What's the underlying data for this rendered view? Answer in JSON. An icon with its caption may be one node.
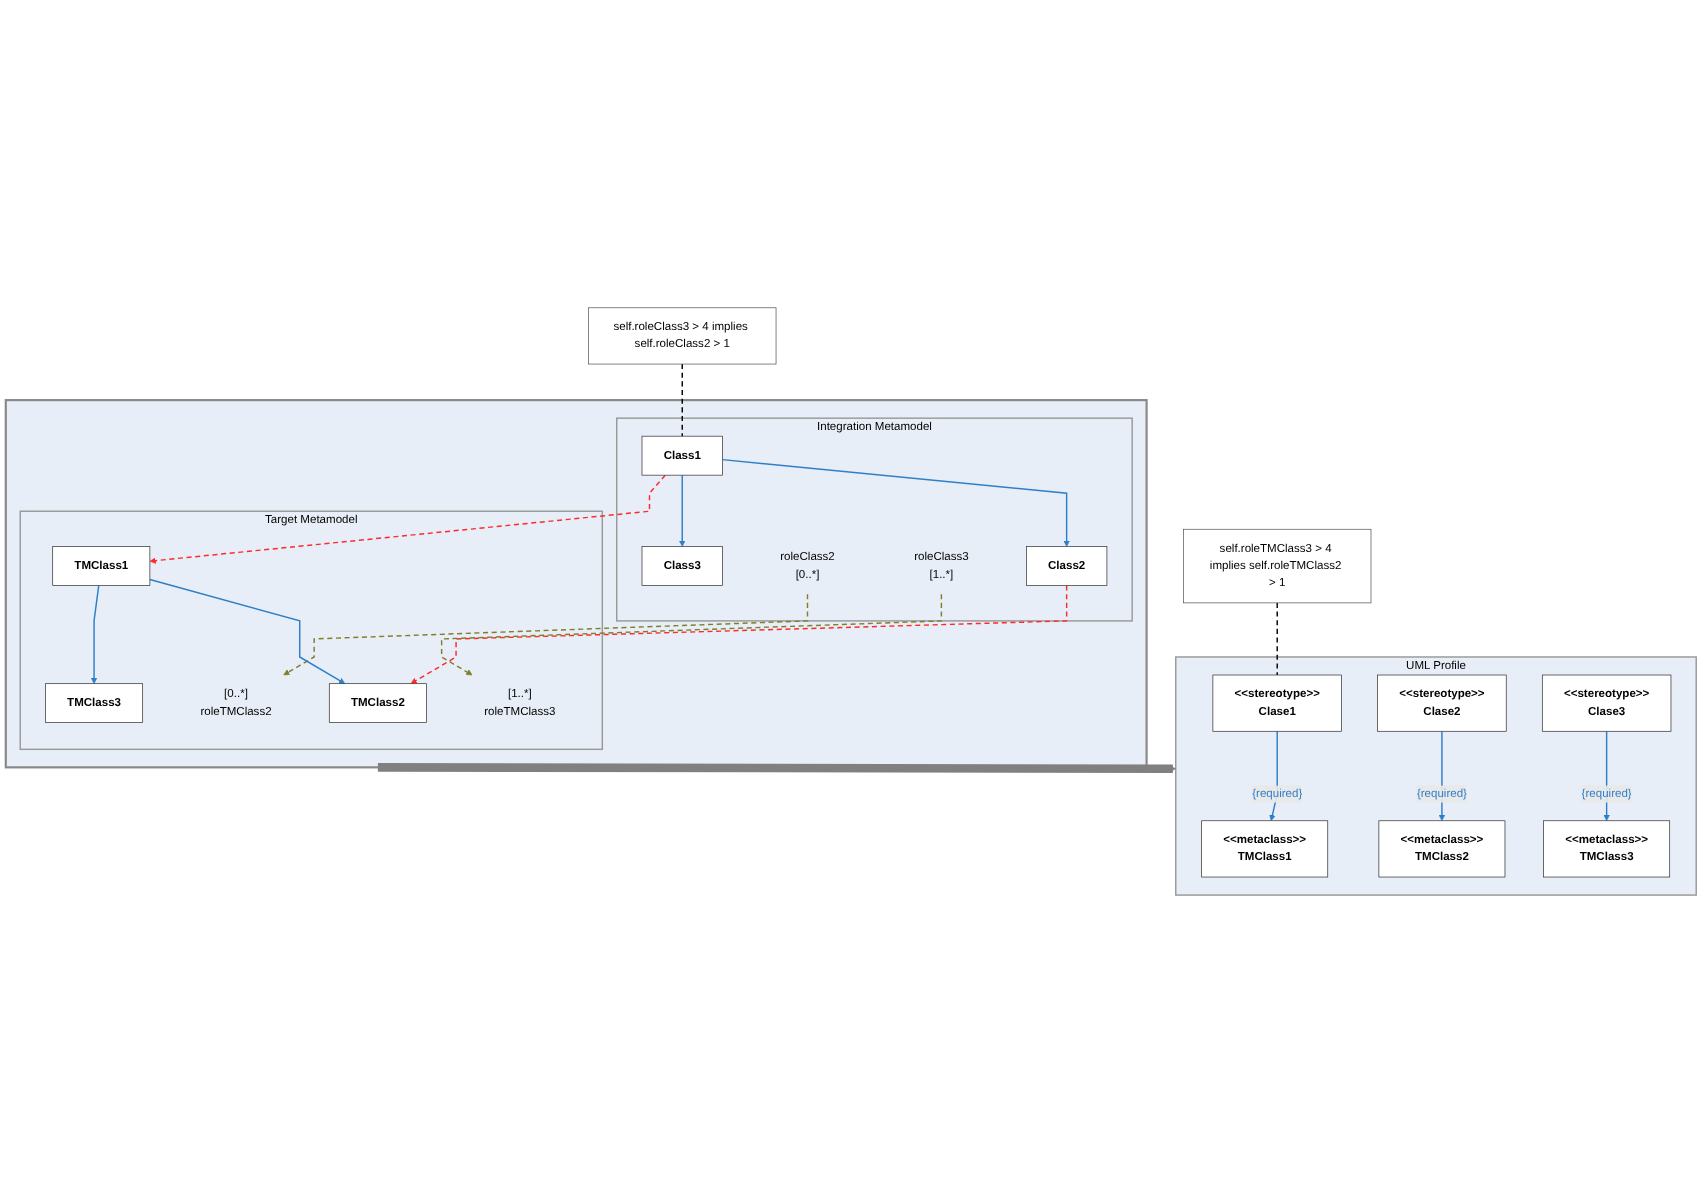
{
  "diagram": {
    "nodes": [
      {
        "text": [
          "self.roleClass3 > 4 implies self.roleClass2 > 1"
        ]
      },
      {
        "text": [],
        "shape": "box"
      },
      {
        "text": [
          "Integration Metamodel"
        ],
        "in": 1
      },
      {
        "text": [
          "Class2"
        ],
        "in": 2
      },
      {
        "text": [
          "roleClass2",
          "[0..*]"
        ],
        "in": 2
      },
      {
        "text": [
          "Class1"
        ],
        "in": 2
      },
      {
        "text": [
          "roleClass3",
          "[1..*]"
        ],
        "in": 2
      },
      {
        "text": [
          "Class3"
        ],
        "in": 2
      },
      {
        "text": [
          "Target Metamodel"
        ],
        "in": 1
      },
      {
        "text": [
          "TMClass2"
        ],
        "in": 8
      },
      {
        "text": [
          "[0..*]",
          "roleTMClass2"
        ],
        "in": 8
      },
      {
        "text": [
          "TMClass1"
        ],
        "in": 8
      },
      {
        "text": [
          "[1..*]",
          "roleTMClass3"
        ],
        "in": 8
      },
      {
        "text": [
          "TMClass3"
        ],
        "in": 8
      },
      {
        "text": [
          "UML Profile"
        ]
      },
      {
        "text": [
          "self.roleTMClass3 > 4 implies self.roleTMClass2 > 1"
        ]
      },
      {
        "text": [
          "<<metaclass>>",
          "TMClass1"
        ],
        "in": 14
      },
      {
        "text": [
          "<<metaclass>>",
          "TMClass2"
        ],
        "in": 14
      },
      {
        "text": [
          "<<metaclass>>",
          "TMClass3"
        ],
        "in": 14
      },
      {
        "text": [
          "<<stereotype>>",
          "Clase1"
        ],
        "in": 14
      },
      {
        "text": [
          "<<stereotype>>",
          "Clase2"
        ],
        "in": 14
      },
      {
        "text": [
          "<<stereotype>>",
          "Clase3"
        ],
        "in": 14
      }
    ],
    "edges": [
      {
        "from": 0,
        "to": 5,
        "arrow": "none",
        "style": "dashed",
        "color": "#000000"
      },
      {
        "from": 5,
        "to": 3,
        "arrow": "to"
      },
      {
        "from": 5,
        "to": 7,
        "arrow": "to"
      },
      {
        "from": 3,
        "to": 9,
        "arrow": "to",
        "style": "dashed",
        "color": "#ff2a2a"
      },
      {
        "from": 5,
        "to": 11,
        "arrow": "to",
        "style": "dashed",
        "color": "#ff2a2a"
      },
      {
        "from": 4,
        "to": 10,
        "arrow": "to",
        "style": "dashed",
        "color": "#7f7f2a"
      },
      {
        "from": 6,
        "to": 12,
        "arrow": "to",
        "style": "dashed",
        "color": "#7f7f2a"
      },
      {
        "from": 11,
        "to": 9,
        "arrow": "to"
      },
      {
        "from": 11,
        "to": 13,
        "arrow": "to"
      },
      {
        "from": 1,
        "to": 14,
        "arrow": "to",
        "style": "thick",
        "color": "#808080"
      },
      {
        "from": 15,
        "to": 19,
        "arrow": "none",
        "style": "dashed",
        "color": "#000000"
      },
      {
        "from": 19,
        "to": 16,
        "arrow": "to",
        "label": "{required}"
      },
      {
        "from": 20,
        "to": 17,
        "arrow": "to",
        "label": "{required}"
      },
      {
        "from": 21,
        "to": 18,
        "arrow": "to",
        "label": "{required}"
      }
    ]
  }
}
